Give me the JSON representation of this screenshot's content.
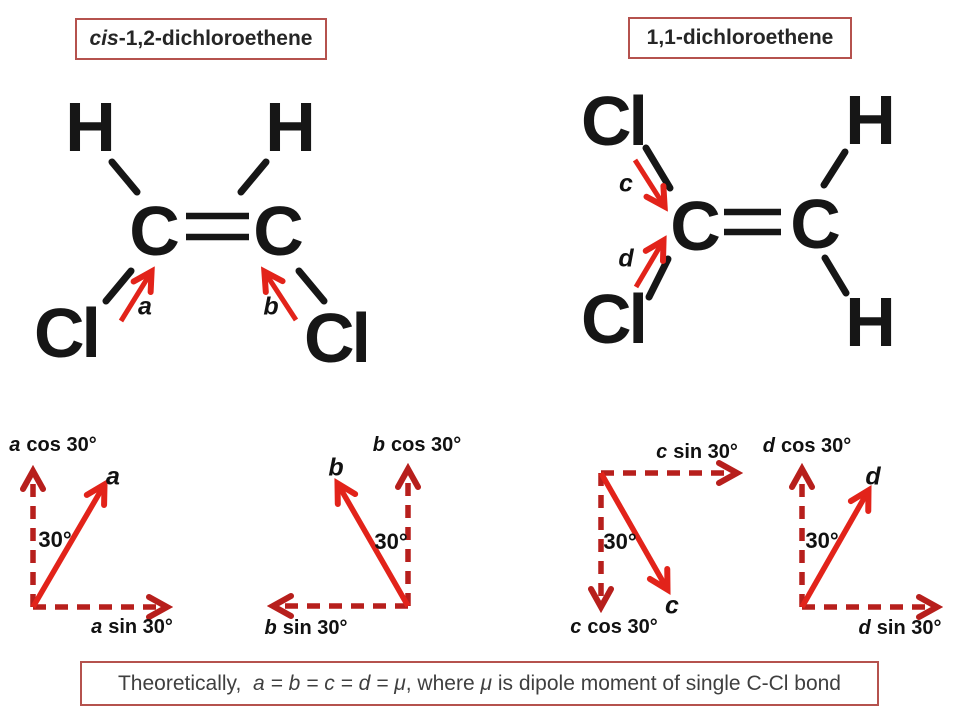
{
  "colors": {
    "solid_arrow": "#e2231a",
    "dashed_arrow": "#b71f1c",
    "box_border": "#b5524e",
    "bond": "#161616",
    "caption_text": "#3f3f3f"
  },
  "left_panel": {
    "title_italic": "cis",
    "title_rest": "-1,2-dichloroethene",
    "molecule": {
      "top_left_atom": "H",
      "top_right_atom": "H",
      "left_carbon": "C",
      "right_carbon": "C",
      "bottom_left_atom": "Cl",
      "bottom_right_atom": "Cl",
      "arrow_a_label": "a",
      "arrow_b_label": "b"
    }
  },
  "right_panel": {
    "title": "1,1-dichloroethene",
    "molecule": {
      "top_left_atom": "Cl",
      "top_right_atom": "H",
      "left_carbon": "C",
      "right_carbon": "C",
      "bottom_left_atom": "Cl",
      "bottom_right_atom": "H",
      "arrow_c_label": "c",
      "arrow_d_label": "d"
    }
  },
  "vector_diagrams": [
    {
      "vector_label": "a",
      "angle_label": "30°",
      "vertical_var": "a",
      "vertical_fn": "cos 30°",
      "horizontal_var": "a",
      "horizontal_fn": "sin 30°"
    },
    {
      "vector_label": "b",
      "angle_label": "30°",
      "vertical_var": "b",
      "vertical_fn": "cos 30°",
      "horizontal_var": "b",
      "horizontal_fn": "sin 30°"
    },
    {
      "vector_label": "c",
      "angle_label": "30°",
      "vertical_var": "c",
      "vertical_fn": "cos 30°",
      "horizontal_var": "c",
      "horizontal_fn": "sin 30°"
    },
    {
      "vector_label": "d",
      "angle_label": "30°",
      "vertical_var": "d",
      "vertical_fn": "cos 30°",
      "horizontal_var": "d",
      "horizontal_fn": "sin 30°"
    }
  ],
  "caption": {
    "prefix": "Theoretically,  ",
    "equation": "a = b = c = d = μ",
    "middle": ", where ",
    "mu": "μ",
    "suffix": " is dipole moment of single C-Cl bond"
  }
}
